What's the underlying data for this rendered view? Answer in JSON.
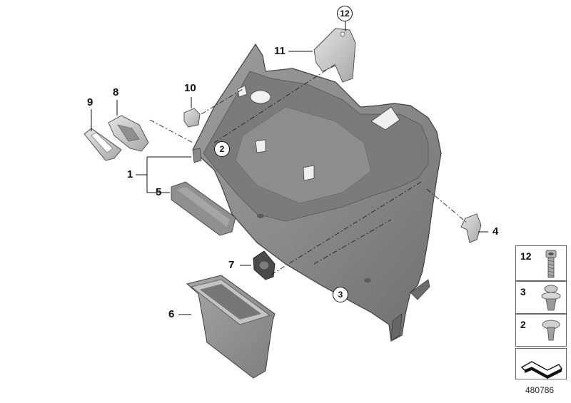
{
  "diagram": {
    "callouts": {
      "c1": "1",
      "c2": "2",
      "c3": "3",
      "c4": "4",
      "c5": "5",
      "c6": "6",
      "c7": "7",
      "c8": "8",
      "c9": "9",
      "c10": "10",
      "c11": "11",
      "c12": "12"
    },
    "legend": [
      "12",
      "3",
      "2"
    ],
    "diagram_number": "480786"
  }
}
